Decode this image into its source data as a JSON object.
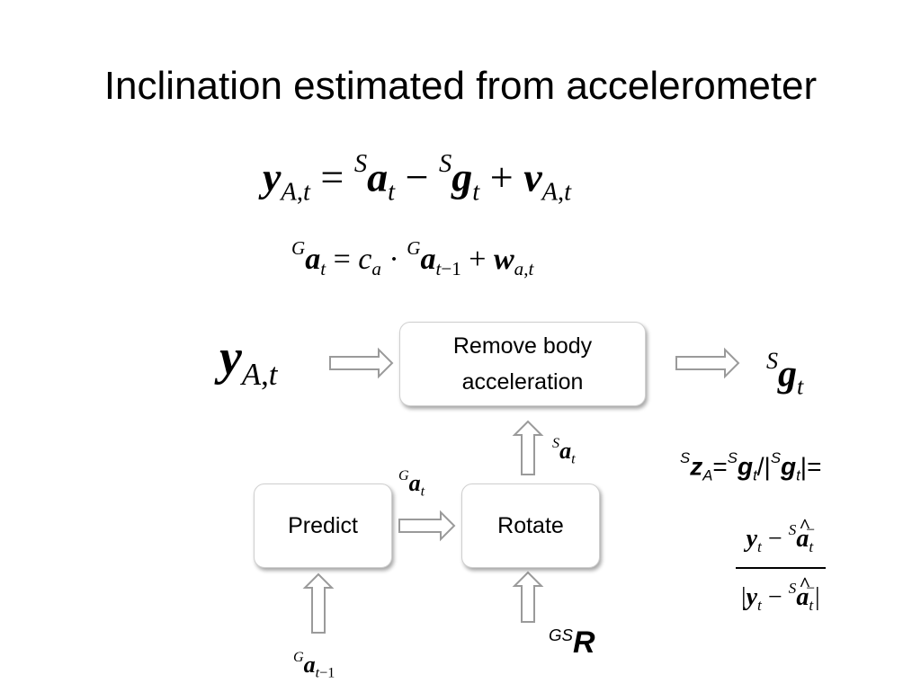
{
  "slide": {
    "title": "Inclination estimated from accelerometer"
  },
  "boxes": {
    "remove_line1": "Remove body",
    "remove_line2": "acceleration",
    "predict": "Predict",
    "rotate": "Rotate"
  },
  "formula": {
    "zA_suffix": "="
  },
  "colors": {
    "arrow_fill": "#ffffff",
    "arrow_stroke": "#9a9a9a",
    "box_border": "#cfcfcf"
  }
}
